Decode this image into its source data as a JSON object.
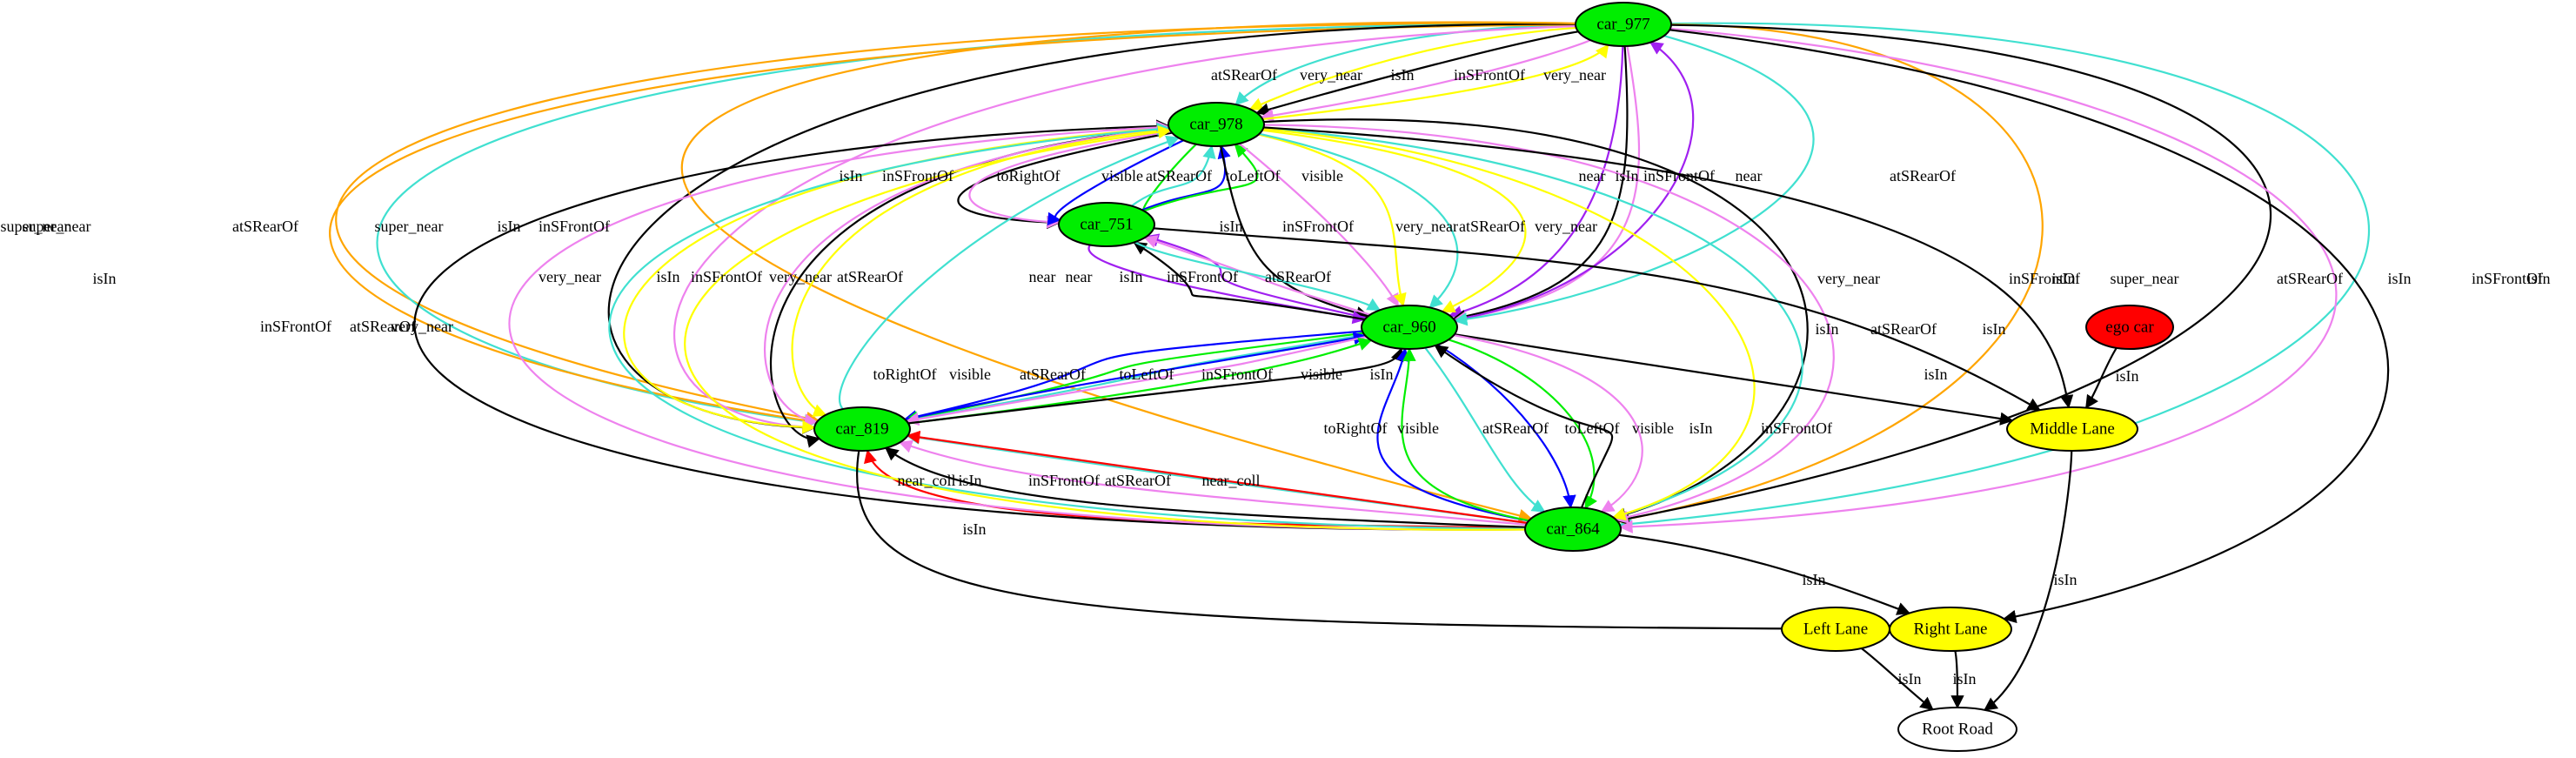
{
  "graph": {
    "nodes": [
      {
        "id": "car_977",
        "label": "car_977",
        "fill": "#00ee00"
      },
      {
        "id": "car_978",
        "label": "car_978",
        "fill": "#00ee00"
      },
      {
        "id": "car_751",
        "label": "car_751",
        "fill": "#00ee00"
      },
      {
        "id": "car_960",
        "label": "car_960",
        "fill": "#00ee00"
      },
      {
        "id": "car_819",
        "label": "car_819",
        "fill": "#00ee00"
      },
      {
        "id": "car_864",
        "label": "car_864",
        "fill": "#00ee00"
      },
      {
        "id": "ego_car",
        "label": "ego car",
        "fill": "#ff0000"
      },
      {
        "id": "middle_lane",
        "label": "Middle Lane",
        "fill": "#ffff00"
      },
      {
        "id": "left_lane",
        "label": "Left Lane",
        "fill": "#ffff00"
      },
      {
        "id": "right_lane",
        "label": "Right Lane",
        "fill": "#ffff00"
      },
      {
        "id": "root_road",
        "label": "Root Road",
        "fill": "#ffffff"
      }
    ],
    "edges": [
      {
        "from": "car_977",
        "to": "car_978",
        "label": "atSRearOf",
        "color": "#40e0d0"
      },
      {
        "from": "car_977",
        "to": "car_978",
        "label": "very_near",
        "color": "#ffff00"
      },
      {
        "from": "car_977",
        "to": "car_978",
        "label": "isIn",
        "color": "#000000"
      },
      {
        "from": "car_977",
        "to": "car_978",
        "label": "inSFrontOf",
        "color": "#ee82ee"
      },
      {
        "from": "car_978",
        "to": "car_977",
        "label": "very_near",
        "color": "#ffff00"
      },
      {
        "from": "car_977",
        "to": "car_819",
        "label": "super_near",
        "color": "#ffa500"
      },
      {
        "from": "car_977",
        "to": "car_819",
        "label": "atSRearOf",
        "color": "#40e0d0"
      },
      {
        "from": "car_977",
        "to": "car_819",
        "label": "super_near",
        "color": "#ffa500"
      },
      {
        "from": "car_977",
        "to": "car_819",
        "label": "isIn",
        "color": "#000000"
      },
      {
        "from": "car_977",
        "to": "car_819",
        "label": "inSFrontOf",
        "color": "#ee82ee"
      },
      {
        "from": "car_977",
        "to": "car_960",
        "label": "near",
        "color": "#a020f0"
      },
      {
        "from": "car_977",
        "to": "car_960",
        "label": "isIn",
        "color": "#000000"
      },
      {
        "from": "car_977",
        "to": "car_960",
        "label": "inSFrontOf",
        "color": "#ee82ee"
      },
      {
        "from": "car_960",
        "to": "car_977",
        "label": "near",
        "color": "#a020f0"
      },
      {
        "from": "car_977",
        "to": "car_960",
        "label": "atSRearOf",
        "color": "#40e0d0"
      },
      {
        "from": "car_977",
        "to": "car_864",
        "label": "super_near",
        "color": "#ffa500"
      },
      {
        "from": "car_977",
        "to": "car_864",
        "label": "atSRearOf",
        "color": "#40e0d0"
      },
      {
        "from": "car_977",
        "to": "car_864",
        "label": "super_near",
        "color": "#ffa500"
      },
      {
        "from": "car_977",
        "to": "car_864",
        "label": "isIn",
        "color": "#000000"
      },
      {
        "from": "car_977",
        "to": "car_864",
        "label": "inSFrontOf",
        "color": "#ee82ee"
      },
      {
        "from": "car_977",
        "to": "right_lane",
        "label": "isIn",
        "color": "#000000"
      },
      {
        "from": "car_978",
        "to": "car_751",
        "label": "isIn",
        "color": "#000000"
      },
      {
        "from": "car_978",
        "to": "car_751",
        "label": "inSFrontOf",
        "color": "#ee82ee"
      },
      {
        "from": "car_978",
        "to": "car_751",
        "label": "toRightOf",
        "color": "#0000ff"
      },
      {
        "from": "car_978",
        "to": "car_751",
        "label": "visible",
        "color": "#00ee00"
      },
      {
        "from": "car_751",
        "to": "car_978",
        "label": "atSRearOf",
        "color": "#40e0d0"
      },
      {
        "from": "car_751",
        "to": "car_978",
        "label": "toLeftOf",
        "color": "#0000ff"
      },
      {
        "from": "car_751",
        "to": "car_978",
        "label": "visible",
        "color": "#00ee00"
      },
      {
        "from": "car_978",
        "to": "car_960",
        "label": "isIn",
        "color": "#000000"
      },
      {
        "from": "car_978",
        "to": "car_960",
        "label": "inSFrontOf",
        "color": "#ee82ee"
      },
      {
        "from": "car_978",
        "to": "car_960",
        "label": "very_near",
        "color": "#ffff00"
      },
      {
        "from": "car_978",
        "to": "car_960",
        "label": "atSRearOf",
        "color": "#40e0d0"
      },
      {
        "from": "car_978",
        "to": "car_960",
        "label": "very_near",
        "color": "#ffff00"
      },
      {
        "from": "car_978",
        "to": "car_819",
        "label": "isIn",
        "color": "#000000"
      },
      {
        "from": "car_978",
        "to": "car_819",
        "label": "inSFrontOf",
        "color": "#ee82ee"
      },
      {
        "from": "car_978",
        "to": "car_819",
        "label": "very_near",
        "color": "#ffff00"
      },
      {
        "from": "car_819",
        "to": "car_978",
        "label": "atSRearOf",
        "color": "#40e0d0"
      },
      {
        "from": "car_978",
        "to": "car_819",
        "label": "very_near",
        "color": "#ffff00"
      },
      {
        "from": "car_978",
        "to": "car_864",
        "label": "isIn",
        "color": "#000000"
      },
      {
        "from": "car_978",
        "to": "car_864",
        "label": "inSFrontOf",
        "color": "#ee82ee"
      },
      {
        "from": "car_978",
        "to": "car_864",
        "label": "atSRearOf",
        "color": "#40e0d0"
      },
      {
        "from": "car_978",
        "to": "car_864",
        "label": "very_near",
        "color": "#ffff00"
      },
      {
        "from": "car_978",
        "to": "middle_lane",
        "label": "isIn",
        "color": "#000000"
      },
      {
        "from": "car_960",
        "to": "car_751",
        "label": "near",
        "color": "#a020f0"
      },
      {
        "from": "car_751",
        "to": "car_960",
        "label": "near",
        "color": "#a020f0"
      },
      {
        "from": "car_960",
        "to": "car_751",
        "label": "isIn",
        "color": "#000000"
      },
      {
        "from": "car_960",
        "to": "car_751",
        "label": "inSFrontOf",
        "color": "#ee82ee"
      },
      {
        "from": "car_751",
        "to": "car_960",
        "label": "atSRearOf",
        "color": "#40e0d0"
      },
      {
        "from": "car_751",
        "to": "middle_lane",
        "label": "isIn",
        "color": "#000000"
      },
      {
        "from": "car_960",
        "to": "car_819",
        "label": "toRightOf",
        "color": "#0000ff"
      },
      {
        "from": "car_960",
        "to": "car_819",
        "label": "visible",
        "color": "#00ee00"
      },
      {
        "from": "car_960",
        "to": "car_819",
        "label": "atSRearOf",
        "color": "#40e0d0"
      },
      {
        "from": "car_819",
        "to": "car_960",
        "label": "toLeftOf",
        "color": "#0000ff"
      },
      {
        "from": "car_960",
        "to": "car_819",
        "label": "inSFrontOf",
        "color": "#ee82ee"
      },
      {
        "from": "car_819",
        "to": "car_960",
        "label": "visible",
        "color": "#00ee00"
      },
      {
        "from": "car_819",
        "to": "car_960",
        "label": "isIn",
        "color": "#000000"
      },
      {
        "from": "car_960",
        "to": "middle_lane",
        "label": "isIn",
        "color": "#000000"
      },
      {
        "from": "car_864",
        "to": "car_960",
        "label": "toRightOf",
        "color": "#0000ff"
      },
      {
        "from": "car_864",
        "to": "car_960",
        "label": "visible",
        "color": "#00ee00"
      },
      {
        "from": "car_960",
        "to": "car_864",
        "label": "atSRearOf",
        "color": "#40e0d0"
      },
      {
        "from": "car_960",
        "to": "car_864",
        "label": "toLeftOf",
        "color": "#0000ff"
      },
      {
        "from": "car_960",
        "to": "car_864",
        "label": "visible",
        "color": "#00ee00"
      },
      {
        "from": "car_864",
        "to": "car_960",
        "label": "isIn",
        "color": "#000000"
      },
      {
        "from": "car_960",
        "to": "car_864",
        "label": "inSFrontOf",
        "color": "#ee82ee"
      },
      {
        "from": "car_864",
        "to": "car_819",
        "label": "near_coll",
        "color": "#ff0000"
      },
      {
        "from": "car_864",
        "to": "car_819",
        "label": "isIn",
        "color": "#000000"
      },
      {
        "from": "car_864",
        "to": "car_819",
        "label": "inSFrontOf",
        "color": "#ee82ee"
      },
      {
        "from": "car_864",
        "to": "car_819",
        "label": "atSRearOf",
        "color": "#40e0d0"
      },
      {
        "from": "car_864",
        "to": "car_819",
        "label": "near_coll",
        "color": "#ff0000"
      },
      {
        "from": "car_864",
        "to": "car_978",
        "label": "isIn",
        "color": "#000000"
      },
      {
        "from": "car_864",
        "to": "car_978",
        "label": "inSFrontOf",
        "color": "#ee82ee"
      },
      {
        "from": "car_864",
        "to": "car_978",
        "label": "atSRearOf",
        "color": "#40e0d0"
      },
      {
        "from": "car_864",
        "to": "car_978",
        "label": "very_near",
        "color": "#ffff00"
      },
      {
        "from": "car_819",
        "to": "right_lane",
        "label": "isIn",
        "color": "#000000"
      },
      {
        "from": "car_864",
        "to": "right_lane",
        "label": "isIn",
        "color": "#000000"
      },
      {
        "from": "ego_car",
        "to": "middle_lane",
        "label": "isIn",
        "color": "#000000"
      },
      {
        "from": "middle_lane",
        "to": "root_road",
        "label": "isIn",
        "color": "#000000"
      },
      {
        "from": "left_lane",
        "to": "root_road",
        "label": "isIn",
        "color": "#000000"
      },
      {
        "from": "right_lane",
        "to": "root_road",
        "label": "isIn",
        "color": "#000000"
      }
    ]
  }
}
